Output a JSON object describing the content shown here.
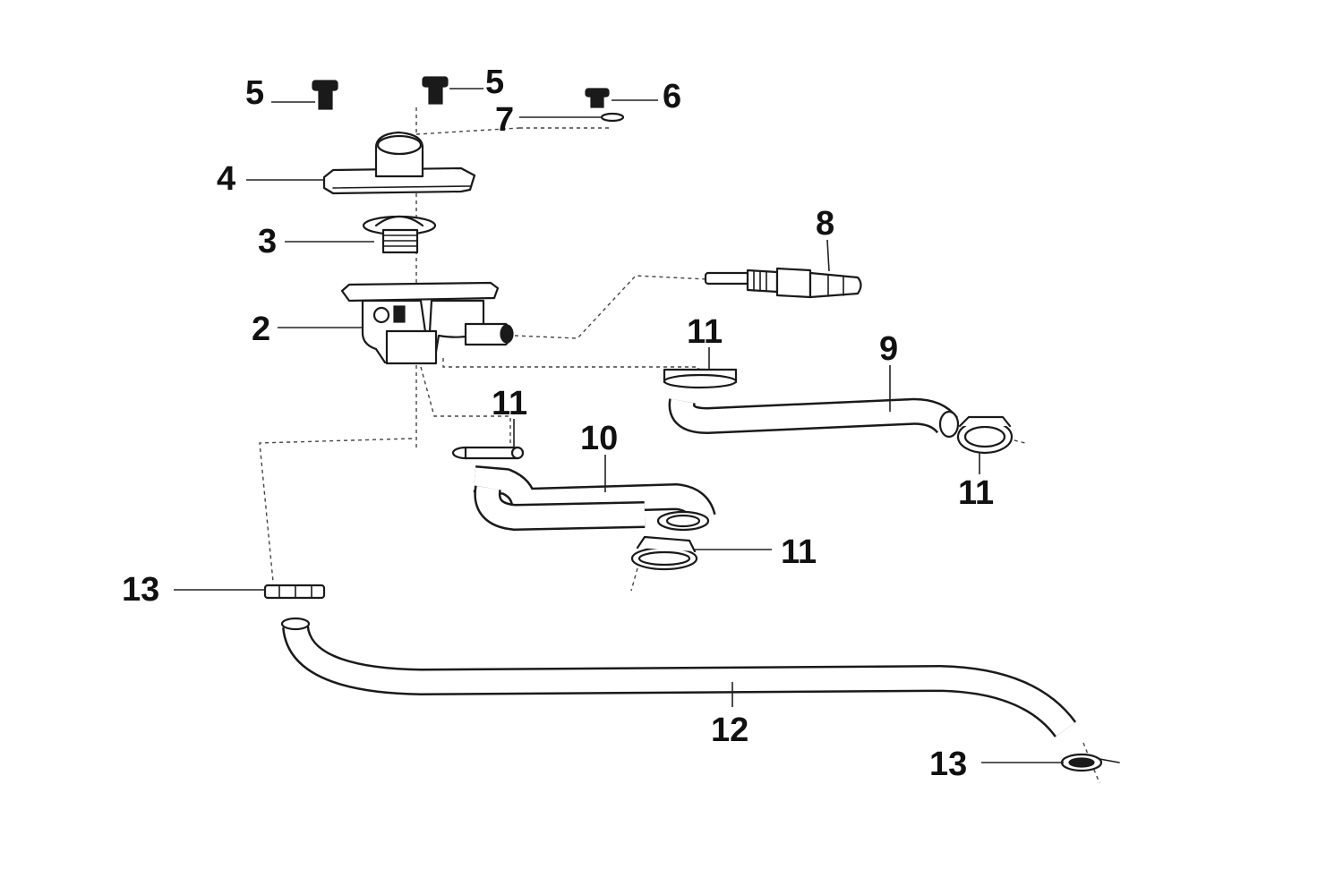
{
  "callouts": {
    "c5a": "5",
    "c5b": "5",
    "c6": "6",
    "c7": "7",
    "c4": "4",
    "c3": "3",
    "c2": "2",
    "c8": "8",
    "c11a": "11",
    "c9": "9",
    "c11b": "11",
    "c10": "10",
    "c11c": "11",
    "c11d": "11",
    "c13a": "13",
    "c12": "12",
    "c13b": "13"
  }
}
